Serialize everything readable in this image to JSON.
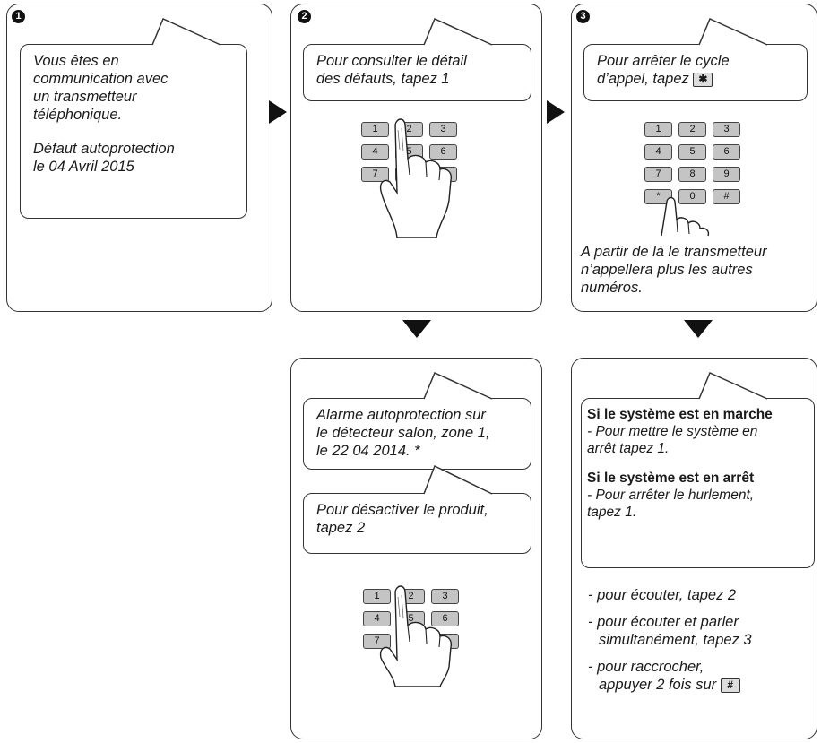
{
  "steps": {
    "s1": {
      "num": "1",
      "line1": "Vous êtes en",
      "line2": "communication avec",
      "line3": "un transmetteur",
      "line4": "téléphonique.",
      "line5": "Défaut autoprotection",
      "line6": "le 04 Avril 2015"
    },
    "s2": {
      "num": "2",
      "line1": "Pour consulter le détail",
      "line2": "des défauts, tapez 1"
    },
    "s3": {
      "num": "3",
      "line1": "Pour arrêter le cycle",
      "line2": "d’appel, tapez",
      "key_star": "✱",
      "note1": "A partir de là le transmetteur",
      "note2": "n’appellera plus les autres",
      "note3": "numéros."
    },
    "s4": {
      "b1_line1": "Alarme autoprotection sur",
      "b1_line2": "le détecteur salon, zone 1,",
      "b1_line3": "le 22 04 2014. *",
      "b2_line1": "Pour désactiver le produit,",
      "b2_line2": "tapez 2"
    },
    "s5": {
      "h1": "Si le système  est en marche",
      "t1a": "- Pour mettre le système en",
      "t1b": "arrêt tapez 1.",
      "h2": "Si le système est en arrêt",
      "t2a": "- Pour arrêter le hurlement,",
      "t2b": "tapez 1.",
      "o1": "- pour écouter, tapez 2",
      "o2a": "- pour écouter et parler",
      "o2b": "simultanément, tapez 3",
      "o3a": "- pour raccrocher,",
      "o3b": "appuyer 2 fois sur",
      "key_hash": "#"
    }
  },
  "keypad_keys": [
    "1",
    "2",
    "3",
    "4",
    "5",
    "6",
    "7",
    "8",
    "9",
    "*",
    "0",
    "#"
  ]
}
